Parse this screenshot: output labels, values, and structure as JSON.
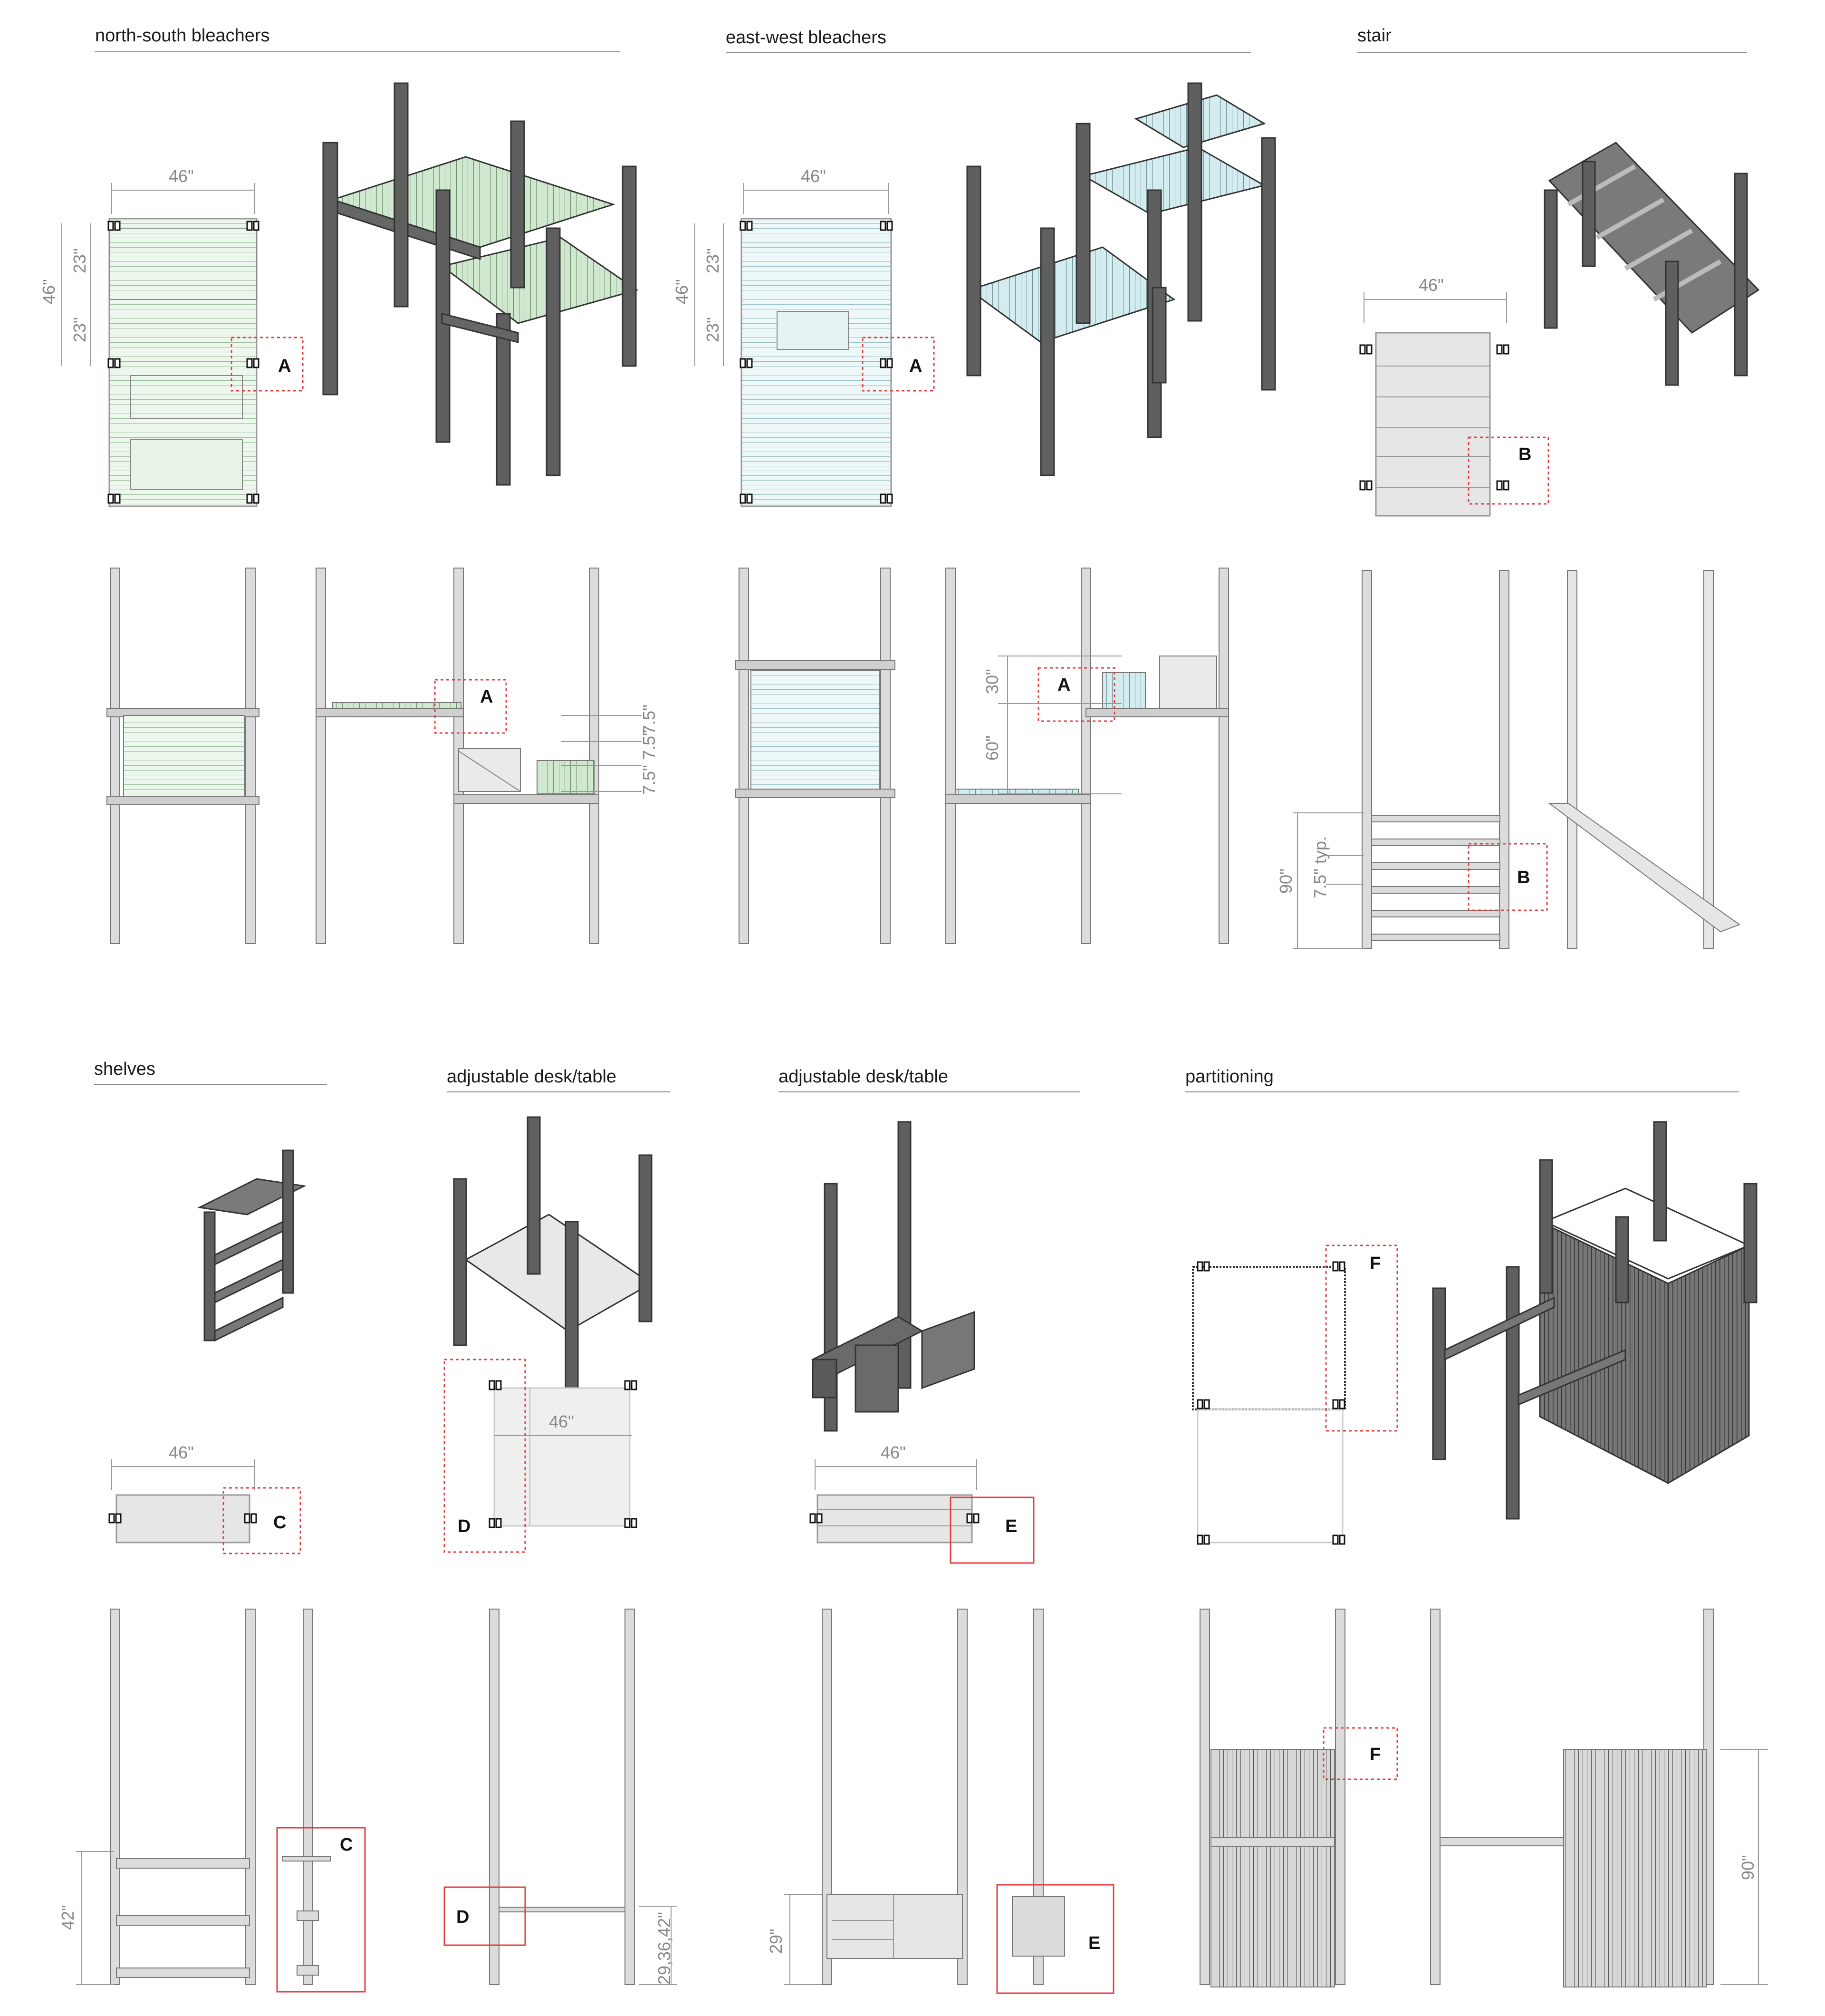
{
  "sections": [
    {
      "title": "north-south bleachers"
    },
    {
      "title": "east-west bleachers"
    },
    {
      "title": "stair"
    },
    {
      "title": "shelves"
    },
    {
      "title": "adjustable desk/table"
    },
    {
      "title": "adjustable desk/table"
    },
    {
      "title": "partitioning"
    }
  ],
  "dimensions": {
    "w46": "46\"",
    "h46": "46\"",
    "h23": "23\"",
    "h30": "30\"",
    "h60": "60\"",
    "h75": "7.5\"",
    "h75typ": "7.5\" typ.",
    "h90": "90\"",
    "h42": "42\"",
    "h29": "29\"",
    "desk_heights": "29,36,42\""
  },
  "details": {
    "A": "A",
    "B": "B",
    "C": "C",
    "D": "D",
    "E": "E",
    "F": "F"
  },
  "colors": {
    "green_fill": "#cfe8cf",
    "blue_fill": "#d3ecef",
    "post_dark": "#5f5f5f",
    "post_light": "#dcdcdc",
    "detail_red": "#e04040"
  }
}
